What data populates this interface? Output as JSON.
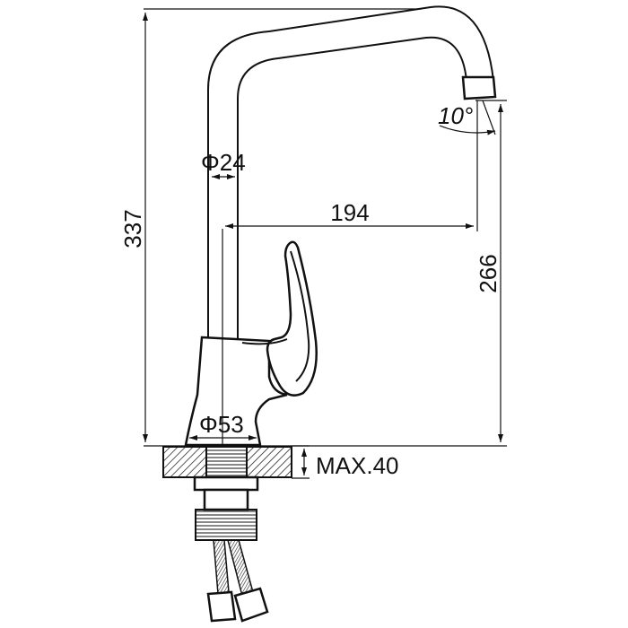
{
  "labels": {
    "total_height": "337",
    "spout_diameter": "Φ24",
    "base_diameter": "Φ53",
    "spout_reach": "194",
    "spout_height": "266",
    "spout_angle": "10°",
    "max_mount_thickness": "MAX.40"
  },
  "colors": {
    "line": "#111111",
    "background": "#ffffff",
    "hatch": "#111111"
  }
}
